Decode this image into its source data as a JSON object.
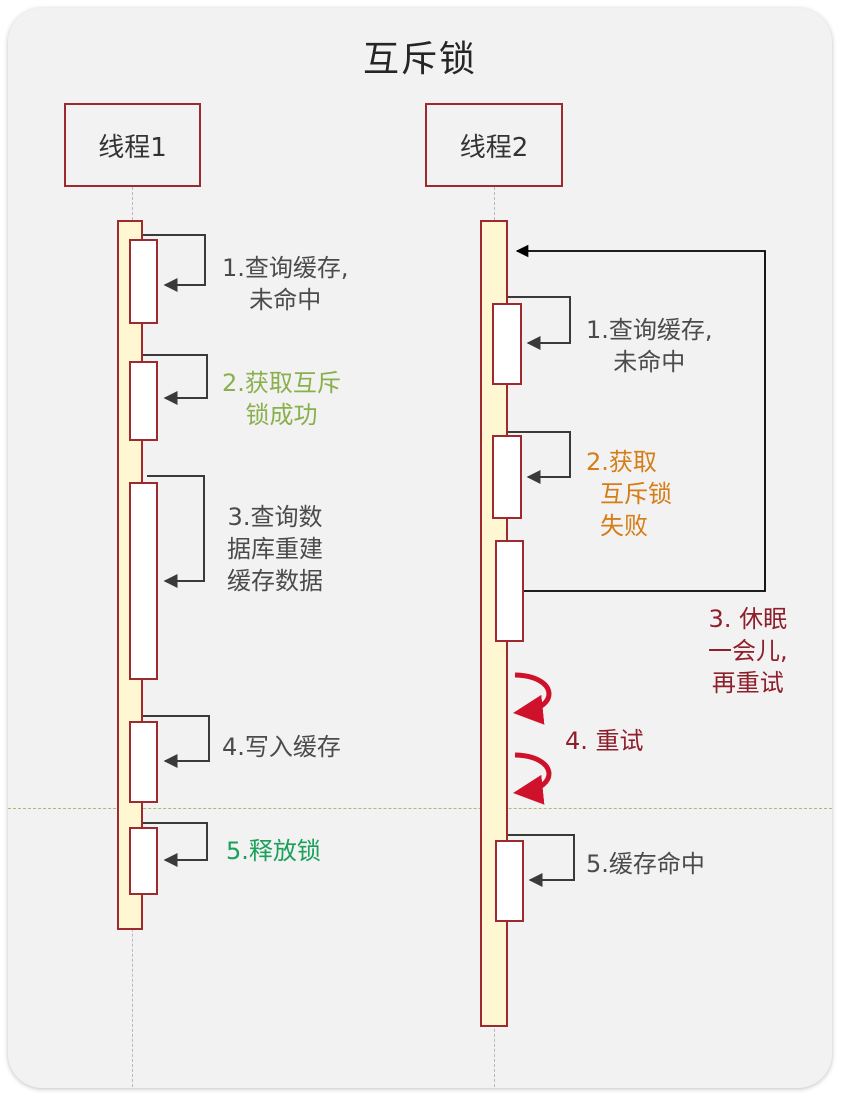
{
  "title": "互斥锁",
  "actors": {
    "thread1": "线程1",
    "thread2": "线程2"
  },
  "thread1_steps": {
    "step1": [
      "1.查询缓存,",
      "未命中"
    ],
    "step2": [
      "2.获取互斥",
      "锁成功"
    ],
    "step3": [
      "3.查询数",
      "据库重建",
      "缓存数据"
    ],
    "step4": [
      "4.写入缓存"
    ],
    "step5": [
      "5.释放锁"
    ]
  },
  "thread2_steps": {
    "step1": [
      "1.查询缓存,",
      "未命中"
    ],
    "step2": [
      "2.获取",
      "互斥锁",
      "失败"
    ],
    "step3": [
      "3. 休眠",
      "一会儿,",
      "再重试"
    ],
    "step4": [
      "4. 重试"
    ],
    "step5": [
      "5.缓存命中"
    ]
  },
  "colors": {
    "border": "#9e2a2f",
    "lifeline_fill": "#fff7d1",
    "text_dark": "#4b4b4b",
    "success_light_green": "#8ab04e",
    "fail_orange": "#d57d17",
    "retry_maroon": "#8f1f2b",
    "release_green": "#1aa05a",
    "retry_arrow_red": "#d0112b",
    "divider": "#a9bd6d"
  }
}
